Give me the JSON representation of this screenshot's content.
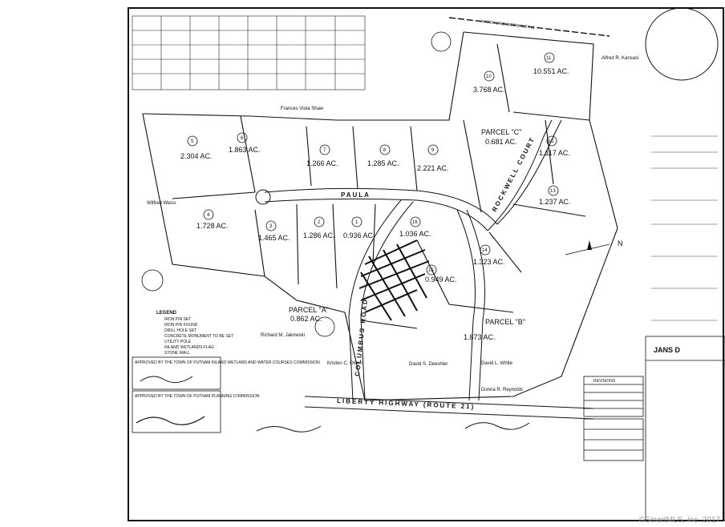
{
  "map": {
    "sheet_title": "JANS D",
    "match_line": "MATCH LINE (SEE SHEET 3)",
    "roads": {
      "paula": "PAULA",
      "columbus_road": "COLUMBUS ROAD",
      "liberty_highway": "LIBERTY HIGHWAY (ROUTE 21)",
      "rockwell_court": "ROCKWELL COURT"
    },
    "lots": [
      {
        "num": "1",
        "area": "0.936 AC."
      },
      {
        "num": "2",
        "area": "1.286 AC."
      },
      {
        "num": "3",
        "area": "1.465 AC."
      },
      {
        "num": "4",
        "area": "1.728 AC."
      },
      {
        "num": "5",
        "area": "2.304 AC."
      },
      {
        "num": "6",
        "area": "1.863 AC."
      },
      {
        "num": "7",
        "area": "1.266 AC."
      },
      {
        "num": "8",
        "area": "1.285 AC."
      },
      {
        "num": "9",
        "area": "2.221 AC."
      },
      {
        "num": "10",
        "area": "3.768 AC."
      },
      {
        "num": "11",
        "area": "10.551 AC."
      },
      {
        "num": "12",
        "area": "1.117 AC."
      },
      {
        "num": "13",
        "area": "1.237 AC."
      },
      {
        "num": "14",
        "area": "1.323 AC."
      },
      {
        "num": "15",
        "area": "0.949 AC."
      },
      {
        "num": "16",
        "area": "1.036 AC."
      }
    ],
    "parcels": [
      {
        "name": "PARCEL \"A\"",
        "area": "0.862 AC."
      },
      {
        "name": "PARCEL \"B\"",
        "area": "1.873 AC."
      },
      {
        "name": "PARCEL \"C\"",
        "area": "0.681 AC."
      }
    ],
    "owners": [
      "Frances Viola Shaw",
      "Wilfred Weiss",
      "Alfred R. Kansasi",
      "Richard M. Jakowski",
      "Kristen C. Olsen",
      "David S. Deeshler",
      "David L. White",
      "Donna R. Reynolds"
    ],
    "legend_title": "LEGEND",
    "legend_items": [
      "IRON PIN SET",
      "IRON PIN FOUND",
      "DRILL HOLE SET",
      "CONCRETE MONUMENT TO BE SET",
      "UTILITY POLE",
      "INLAND WETLANDS FLAG",
      "STONE WALL"
    ],
    "approvals": [
      "APPROVED BY THE TOWN OF PUTNAM INLAND WETLAND AND WATER COURSES COMMISSION",
      "APPROVED BY THE TOWN OF PUTNAM PLANNING COMMISSION"
    ],
    "north_label": "N",
    "table_title": "REVISIONS",
    "watermark": "©SmartMLS, Inc. 2017"
  },
  "colors": {
    "ink": "#111111",
    "paper": "#ffffff",
    "watermark": "#9a9a9a"
  }
}
